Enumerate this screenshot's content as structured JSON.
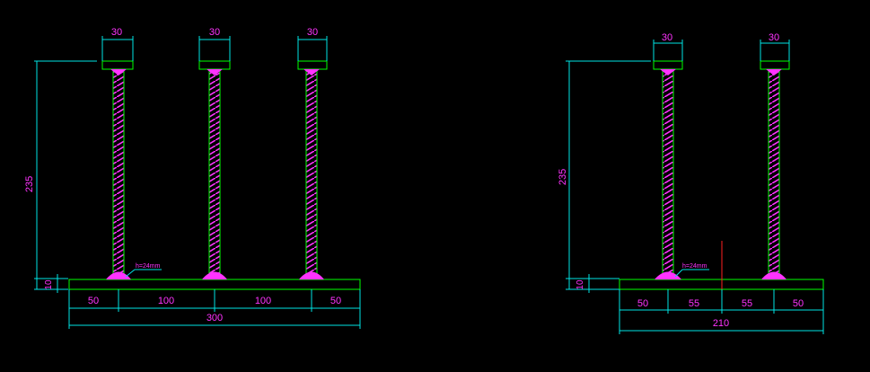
{
  "colors": {
    "background": "#000000",
    "plate": "#00ff00",
    "rebar": "#ff33ff",
    "dimension_line": "#00e5e5",
    "dimension_text": "#ff33ff",
    "marker": "#ff2020"
  },
  "left_drawing": {
    "top_widths": [
      "30",
      "30",
      "30"
    ],
    "height_label": "235",
    "plate_label": "10",
    "bottom_segments": [
      "50",
      "100",
      "100",
      "50"
    ],
    "total_label": "300",
    "weld_note": "h=24mm"
  },
  "right_drawing": {
    "top_widths": [
      "30",
      "30"
    ],
    "height_label": "235",
    "plate_label": "10",
    "bottom_segments": [
      "50",
      "55",
      "55",
      "50"
    ],
    "total_label": "210",
    "weld_note": "h=24mm"
  }
}
